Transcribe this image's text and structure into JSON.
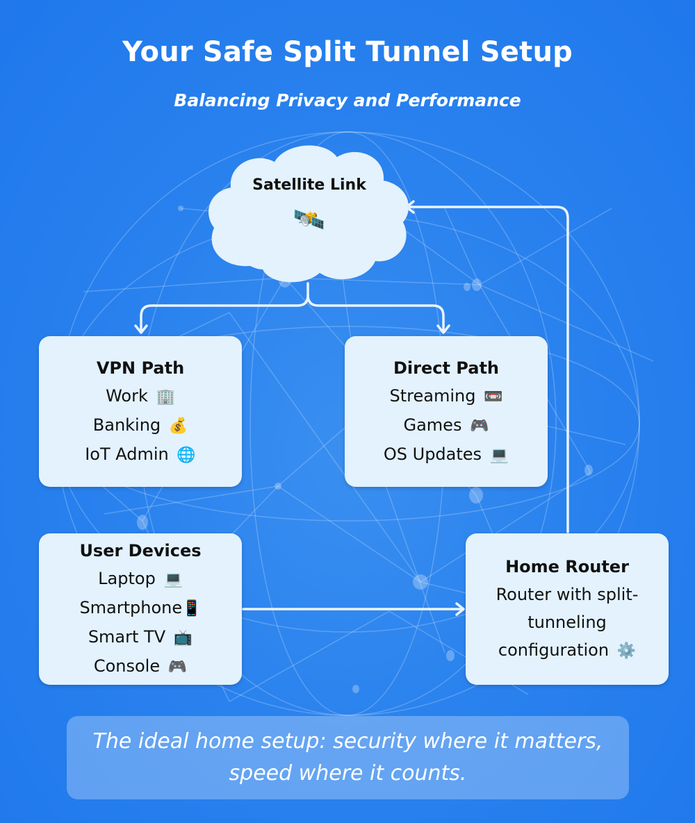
{
  "header": {
    "title": "Your Safe Split Tunnel Setup",
    "subtitle": "Balancing Privacy and Performance"
  },
  "colors": {
    "background": "#2a82ee",
    "node_fill": "#e3f2fd",
    "text": "#111111",
    "connector": "#eaf4ff"
  },
  "nodes": {
    "satellite": {
      "title": "Satellite Link",
      "icon": "🛰️",
      "icon_name": "satellite-icon"
    },
    "vpn_path": {
      "title": "VPN Path",
      "items": [
        {
          "label": "Work",
          "icon": "🏢",
          "icon_name": "office-building-icon"
        },
        {
          "label": "Banking",
          "icon": "💰",
          "icon_name": "money-bag-icon"
        },
        {
          "label": "IoT Admin",
          "icon": "🌐",
          "icon_name": "globe-icon"
        }
      ]
    },
    "direct_path": {
      "title": "Direct Path",
      "items": [
        {
          "label": "Streaming",
          "icon": "📼",
          "icon_name": "videocassette-icon"
        },
        {
          "label": "Games",
          "icon": "🎮",
          "icon_name": "gamepad-icon"
        },
        {
          "label": "OS Updates",
          "icon": "💻",
          "icon_name": "laptop-icon"
        }
      ]
    },
    "user_devices": {
      "title": "User Devices",
      "items": [
        {
          "label": "Laptop",
          "icon": "💻",
          "icon_name": "laptop-icon"
        },
        {
          "label": "Smartphone",
          "icon": "📱",
          "icon_name": "smartphone-icon"
        },
        {
          "label": "Smart TV",
          "icon": "📺",
          "icon_name": "tv-icon"
        },
        {
          "label": "Console",
          "icon": "🎮",
          "icon_name": "gamepad-icon"
        }
      ]
    },
    "home_router": {
      "title": "Home Router",
      "lines": [
        "Router with split-",
        "tunneling",
        "configuration"
      ],
      "icon": "⚙️",
      "icon_name": "gear-icon"
    }
  },
  "edges": [
    {
      "from": "user_devices",
      "to": "home_router"
    },
    {
      "from": "home_router",
      "to": "satellite"
    },
    {
      "from": "satellite",
      "to": "vpn_path"
    },
    {
      "from": "satellite",
      "to": "direct_path"
    }
  ],
  "footer": {
    "line1": "The ideal home setup: security where it matters,",
    "line2": "speed where it counts."
  }
}
